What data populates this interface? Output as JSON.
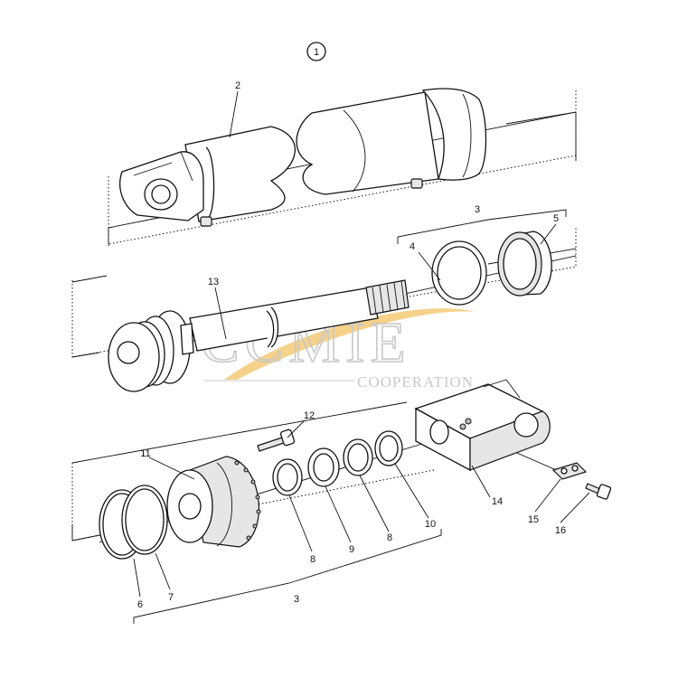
{
  "diagram": {
    "assembly_number": "1",
    "callouts": [
      {
        "id": "c2",
        "text": "2"
      },
      {
        "id": "c3top",
        "text": "3"
      },
      {
        "id": "c4",
        "text": "4"
      },
      {
        "id": "c5",
        "text": "5"
      },
      {
        "id": "c13",
        "text": "13"
      },
      {
        "id": "c12",
        "text": "12"
      },
      {
        "id": "c11",
        "text": "11"
      },
      {
        "id": "c14",
        "text": "14"
      },
      {
        "id": "c15",
        "text": "15"
      },
      {
        "id": "c16",
        "text": "16"
      },
      {
        "id": "c10",
        "text": "10"
      },
      {
        "id": "c8a",
        "text": "8"
      },
      {
        "id": "c9",
        "text": "9"
      },
      {
        "id": "c8b",
        "text": "8"
      },
      {
        "id": "c6",
        "text": "6"
      },
      {
        "id": "c7",
        "text": "7"
      },
      {
        "id": "c3bot",
        "text": "3"
      }
    ]
  },
  "watermark": {
    "main": "CCMIE",
    "sub": "COOPERATION",
    "swoosh_color": "#f2c66d"
  }
}
